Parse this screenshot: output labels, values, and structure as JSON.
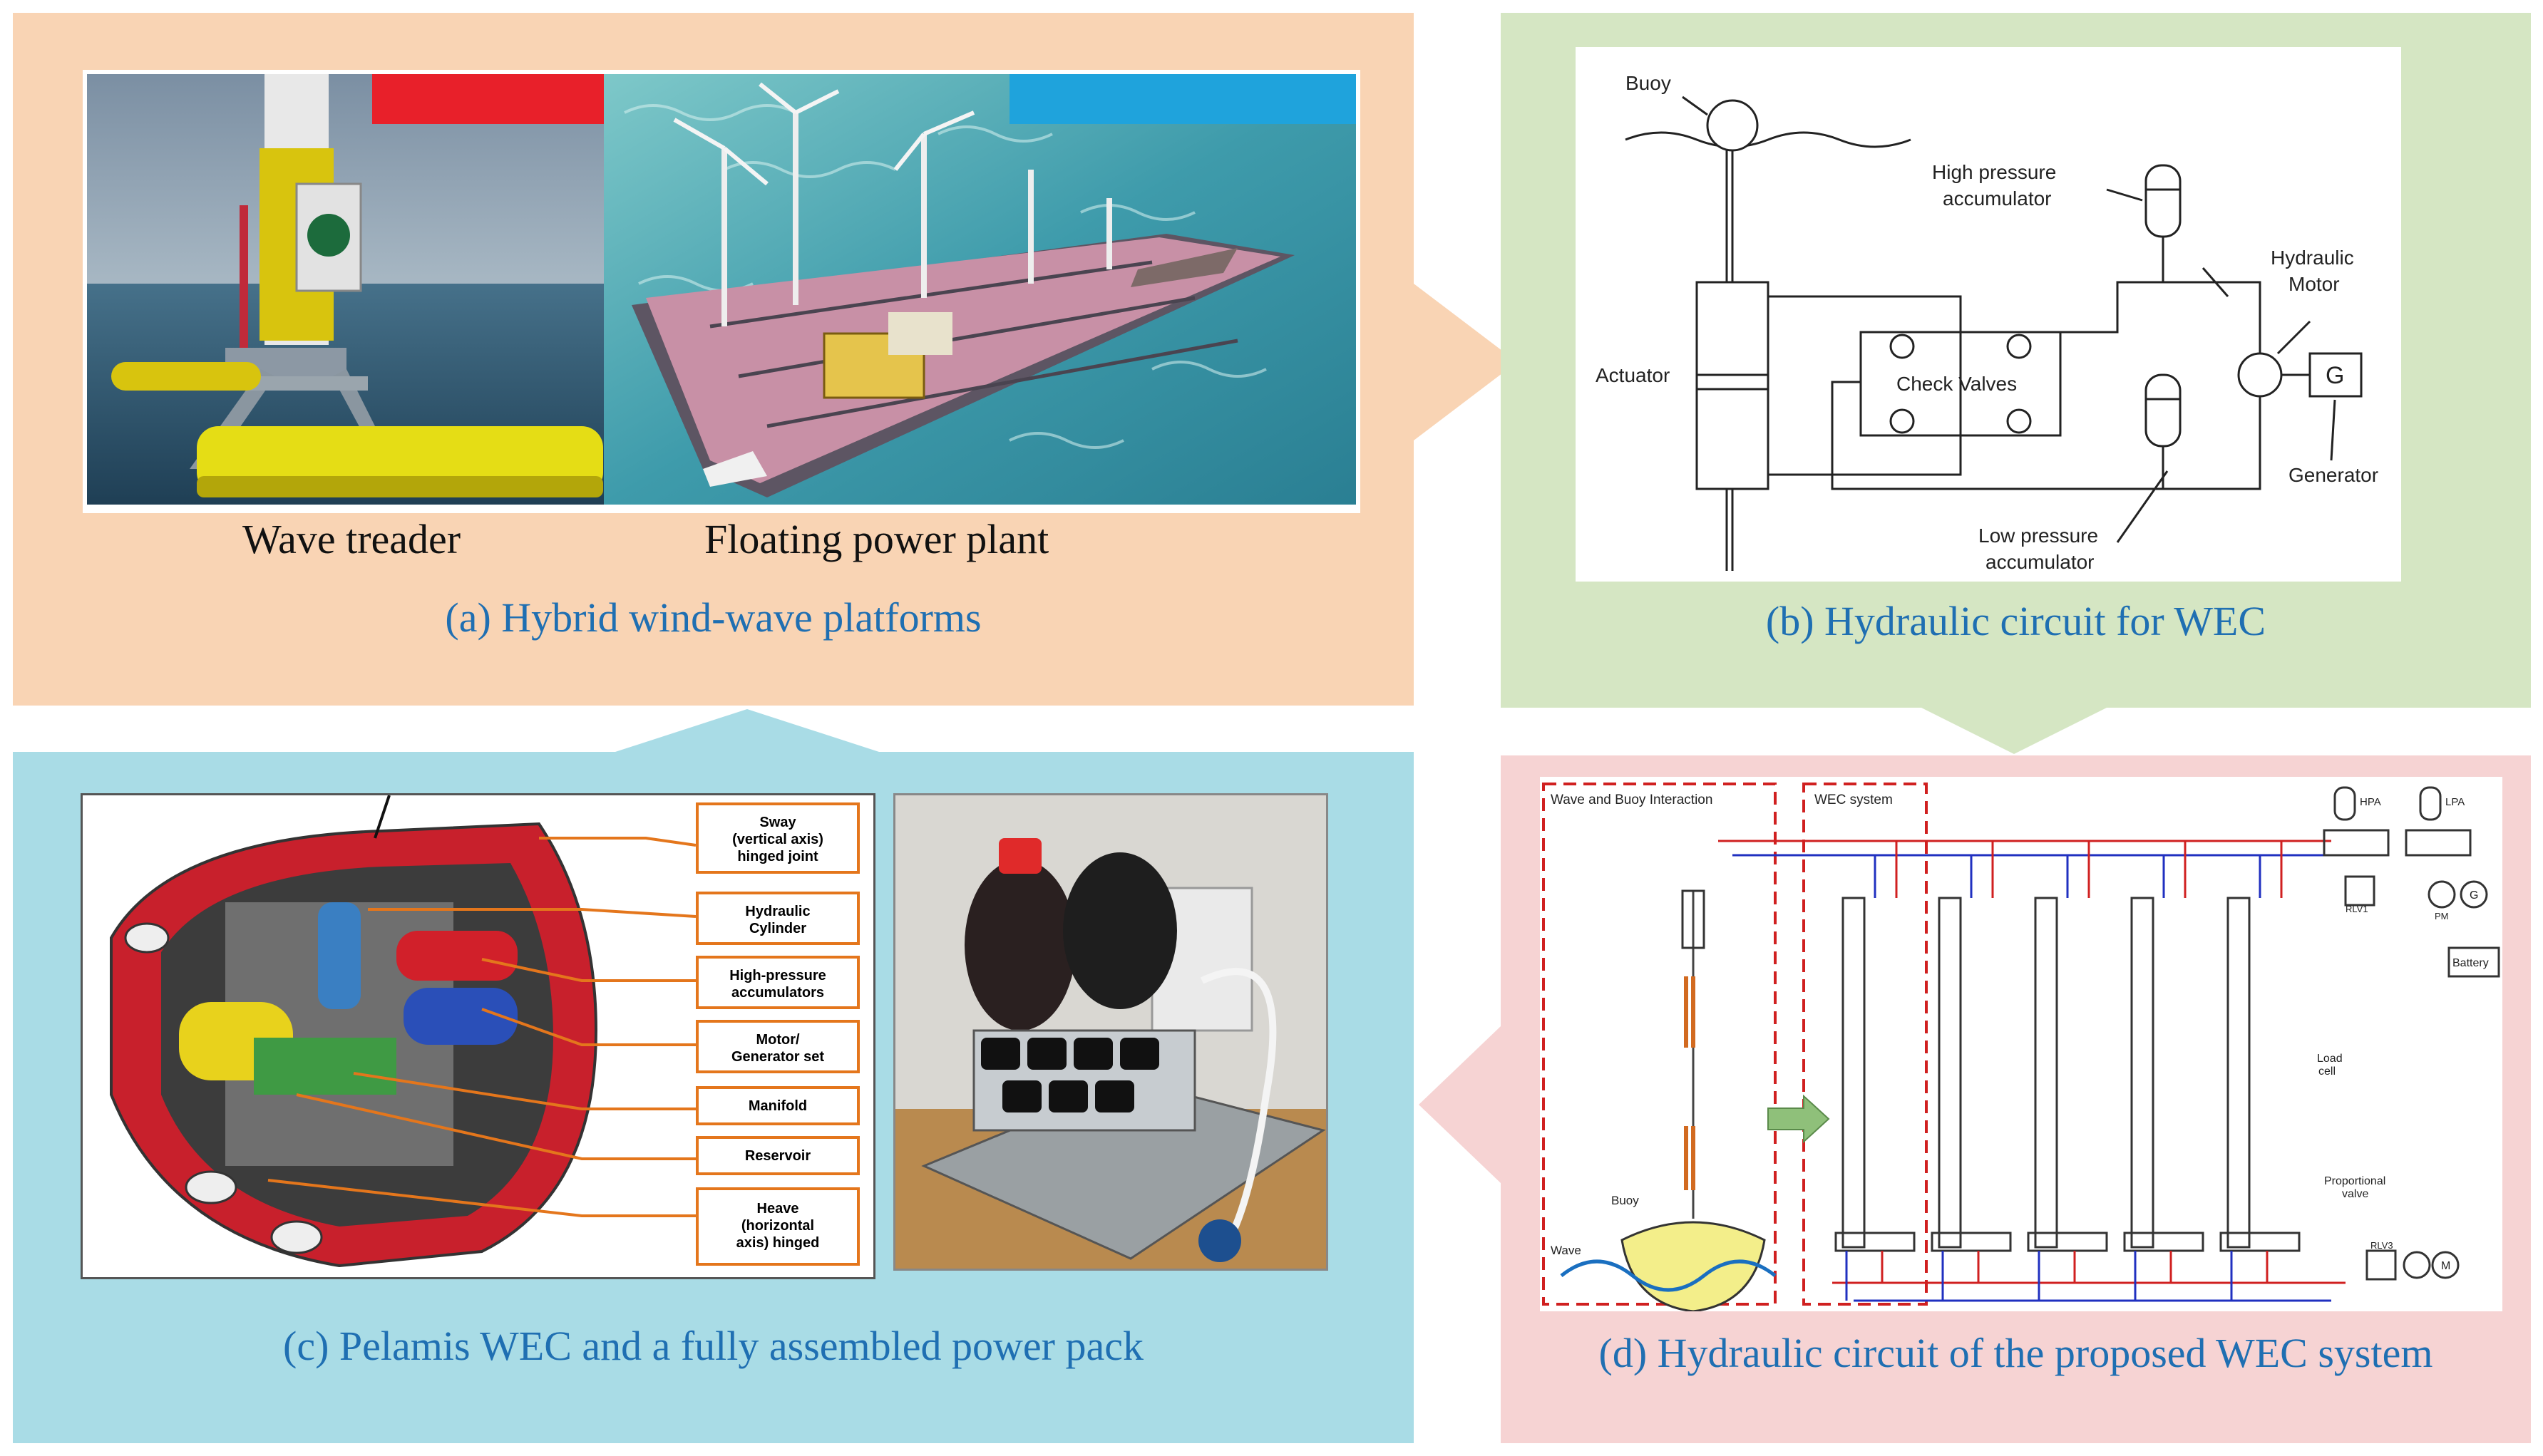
{
  "panels": {
    "a": {
      "caption": "(a) Hybrid wind-wave platforms",
      "image_labels": [
        "Wave treader",
        "Floating power plant"
      ],
      "background": "#f9d4b4"
    },
    "b": {
      "caption": "(b) Hydraulic circuit for WEC",
      "background": "#d5e6c3",
      "labels": {
        "buoy": "Buoy",
        "high_pressure": "High pressure",
        "accumulator_hp": "accumulator",
        "hydraulic": "Hydraulic",
        "motor": "Motor",
        "actuator": "Actuator",
        "check_valves": "Check Valves",
        "generator_symbol": "G",
        "generator": "Generator",
        "low_pressure": "Low pressure",
        "accumulator_lp": "accumulator"
      }
    },
    "c": {
      "caption": "(c) Pelamis WEC and a fully assembled power pack",
      "background": "#a9dce6",
      "callouts": [
        [
          "Sway",
          "(vertical axis)",
          "hinged joint"
        ],
        [
          "Hydraulic",
          "Cylinder"
        ],
        [
          "High-pressure",
          "accumulators"
        ],
        [
          "Motor/",
          "Generator set"
        ],
        [
          "Manifold"
        ],
        [
          "Reservoir"
        ],
        [
          "Heave",
          "(horizontal",
          "axis) hinged"
        ]
      ]
    },
    "d": {
      "caption": "(d) Hydraulic circuit of the proposed WEC system",
      "background": "#f6d3d3",
      "labels": {
        "wave_buoy": "Wave and Buoy Interaction",
        "wec_system": "WEC system",
        "buoy": "Buoy",
        "wave": "Wave",
        "hpa": "HPA",
        "lpa": "LPA",
        "battery": "Battery",
        "load_cell_1": "Load",
        "load_cell_2": "cell",
        "prop_valve_1": "Proportional",
        "prop_valve_2": "valve",
        "rlv1": "RLV1",
        "rlv3": "RLV3",
        "pm": "PM",
        "g": "G",
        "m": "M"
      }
    }
  }
}
